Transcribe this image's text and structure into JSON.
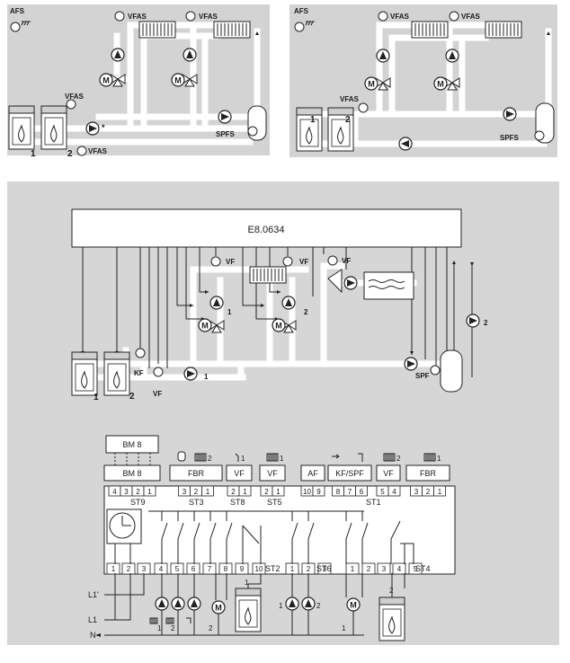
{
  "top_left": {
    "labels": {
      "afs": "AFS",
      "vfas_mix1": "VFAS",
      "vfas_mix2": "VFAS",
      "vfas_boiler": "VFAS",
      "vfas_return": "VFAS",
      "spfs": "SPFS",
      "boiler1": "1",
      "boiler2": "2",
      "pump_mark": "*"
    }
  },
  "top_right": {
    "labels": {
      "afs": "AFS",
      "vfas_mix1": "VFAS",
      "vfas_mix2": "VFAS",
      "vfas_boiler": "VFAS",
      "spfs": "SPFS",
      "boiler1": "1",
      "boiler2": "2"
    }
  },
  "system": {
    "controller": "E8.0634",
    "labels": {
      "vf_mix1": "VF",
      "vf_mix2": "VF",
      "vf_dhw": "VF",
      "kf": "KF",
      "vf_main": "VF",
      "spf": "SPF",
      "circuit1": "1",
      "circuit2": "2",
      "boiler1": "1",
      "boiler2": "2",
      "pump_main": "1",
      "pump_right": "2"
    }
  },
  "wiring": {
    "bm8_top": "BM 8",
    "icon_labels": {
      "rad2": "2",
      "pump1": "1",
      "rad1a": "1",
      "rad2b": "2",
      "rad1b": "1"
    },
    "connectors": [
      {
        "name": "BM 8",
        "pins": [
          "4",
          "3",
          "2",
          "1"
        ]
      },
      {
        "name": "FBR",
        "pins": [
          "3",
          "2",
          "1"
        ]
      },
      {
        "name": "VF",
        "pins": [
          "2",
          "1"
        ]
      },
      {
        "name": "VF",
        "pins": [
          "2",
          "1"
        ]
      },
      {
        "name": "AF",
        "pins": [
          "10",
          "9"
        ]
      },
      {
        "name": "KF/SPF",
        "pins": [
          "8",
          "7",
          "6"
        ]
      },
      {
        "name": "VF",
        "pins": [
          "5",
          "4"
        ]
      },
      {
        "name": "FBR",
        "pins": [
          "3",
          "2",
          "1"
        ]
      }
    ],
    "st_labels": {
      "st9": "ST9",
      "st3": "ST3",
      "st8": "ST8",
      "st5": "ST5",
      "st1": "ST1",
      "st2": "ST2",
      "st6": "ST6",
      "st4": "ST4"
    },
    "bottom_pins": [
      "1",
      "2",
      "3",
      "4",
      "5",
      "6",
      "7",
      "8",
      "9",
      "10",
      "1",
      "2",
      "3",
      "1",
      "2",
      "3",
      "4",
      "5"
    ],
    "supply": [
      "L1'",
      "L1",
      "N"
    ],
    "bottom_labels": {
      "rad1": "1",
      "rad2": "2",
      "mixer2": "2",
      "boiler1": "1",
      "pumpA": "1",
      "pumpB": "2",
      "motor_r": "1",
      "boiler2": "2"
    }
  }
}
